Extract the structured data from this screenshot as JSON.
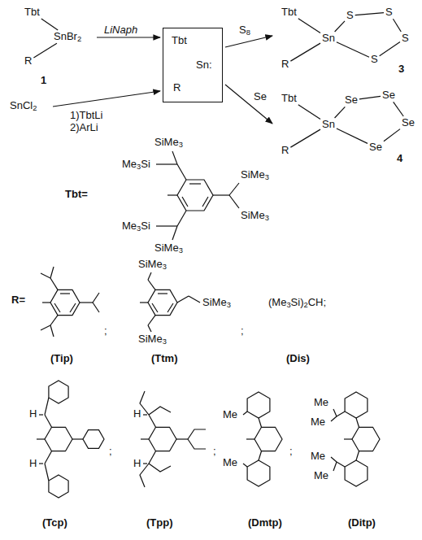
{
  "diagram": {
    "nodes": [
      {
        "text": [
          "Tbt",
          "SnBr2",
          "R",
          "1"
        ]
      },
      {
        "text": [
          "SnCl2"
        ]
      },
      {
        "text": [
          "Tbt",
          "Sn:",
          "R"
        ]
      },
      {
        "text": [
          "Tbt",
          "Sn",
          "R",
          "S",
          "S",
          "S",
          "S",
          "3"
        ]
      },
      {
        "text": [
          "Tbt",
          "Sn",
          "R",
          "Se",
          "Se",
          "Se",
          "Se",
          "4"
        ]
      }
    ],
    "edges": [
      {
        "from": 0,
        "to": 2,
        "label": "LiNaph",
        "arrow": "to"
      },
      {
        "from": 1,
        "to": 2,
        "label": "1)TbtLi 2)ArLi",
        "arrow": "to"
      },
      {
        "from": 2,
        "to": 3,
        "label": "S8",
        "arrow": "to"
      },
      {
        "from": 2,
        "to": 4,
        "label": "Se",
        "arrow": "to"
      }
    ],
    "labels": [
      "Tbt=",
      "Me3Si",
      "SiMe3",
      "SiMe3",
      "SiMe3",
      "Me3Si",
      "SiMe3",
      "R=",
      "(Tip)",
      ";",
      "SiMe3",
      "SiMe3",
      "SiMe3",
      "(Ttm)",
      ";",
      "(Me3Si)2CH;",
      "(Dis)",
      "H",
      "H",
      ";",
      "(Tcp)",
      "H",
      "H",
      ";",
      "(Tpp)",
      "Me",
      "Me",
      ";",
      "(Dmtp)",
      "Me",
      "Me",
      "Me",
      "Me",
      "(Ditp)"
    ]
  }
}
